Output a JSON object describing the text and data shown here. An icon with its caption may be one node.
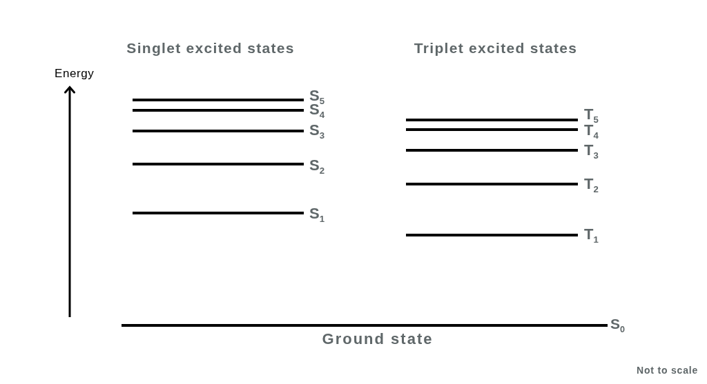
{
  "diagram": {
    "labels": [
      "Singlet excited states",
      "Triplet excited states",
      "Energy",
      "S$_{5}$",
      "S$_{4}$",
      "S$_{3}$",
      "S$_{2}$",
      "S$_{1}$",
      "T$_{5}$",
      "T$_{4}$",
      "T$_{3}$",
      "T$_{2}$",
      "T$_{1}$",
      "S$_{0}$",
      "Ground state",
      "Not to scale"
    ]
  }
}
